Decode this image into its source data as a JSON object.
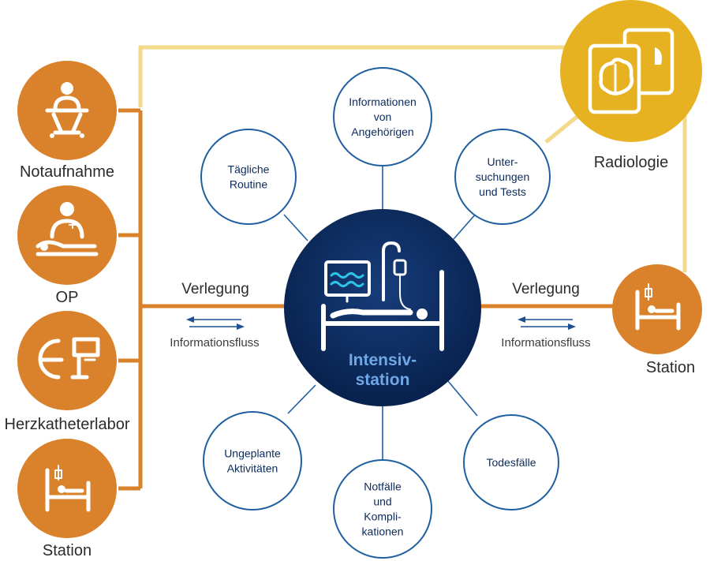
{
  "colors": {
    "orange": "#d9822b",
    "gold": "#e6b222",
    "light_gold": "#f3d98a",
    "navy": "#0d2a5e",
    "navy_dark": "#08214d",
    "satellite_border": "#1f5fa0",
    "center_text": "#6fa8e6",
    "arrow": "#1d4f91"
  },
  "departments_left": [
    {
      "label": "Notaufnahme",
      "icon": "patient-on-table-icon"
    },
    {
      "label": "OP",
      "icon": "surgeon-icon"
    },
    {
      "label": "Herzkatheterlabor",
      "icon": "c-arm-scanner-icon"
    },
    {
      "label": "Station",
      "icon": "hospital-bed-icon"
    }
  ],
  "radiology": {
    "label": "Radiologie",
    "icon": "brain-scan-icon"
  },
  "station_right": {
    "label": "Station",
    "icon": "hospital-bed-icon"
  },
  "flow_left": {
    "title": "Verlegung",
    "subtitle": "Informationsfluss"
  },
  "flow_right": {
    "title": "Verlegung",
    "subtitle": "Informationsfluss"
  },
  "center": {
    "line1": "Intensiv-",
    "line2": "station",
    "icon": "icu-bed-monitor-icon"
  },
  "satellites": [
    {
      "key": "angehoerige",
      "lines": [
        "Informationen",
        "von",
        "Angehörigen"
      ]
    },
    {
      "key": "routine",
      "lines": [
        "Tägliche",
        "Routine"
      ]
    },
    {
      "key": "untersuchungen",
      "lines": [
        "Unter-",
        "suchungen",
        "und Tests"
      ]
    },
    {
      "key": "ungeplant",
      "lines": [
        "Ungeplante",
        "Aktivitäten"
      ]
    },
    {
      "key": "notfaelle",
      "lines": [
        "Notfälle",
        "und",
        "Kompli-",
        "kationen"
      ]
    },
    {
      "key": "todesfaelle",
      "lines": [
        "Todesfälle"
      ]
    }
  ]
}
